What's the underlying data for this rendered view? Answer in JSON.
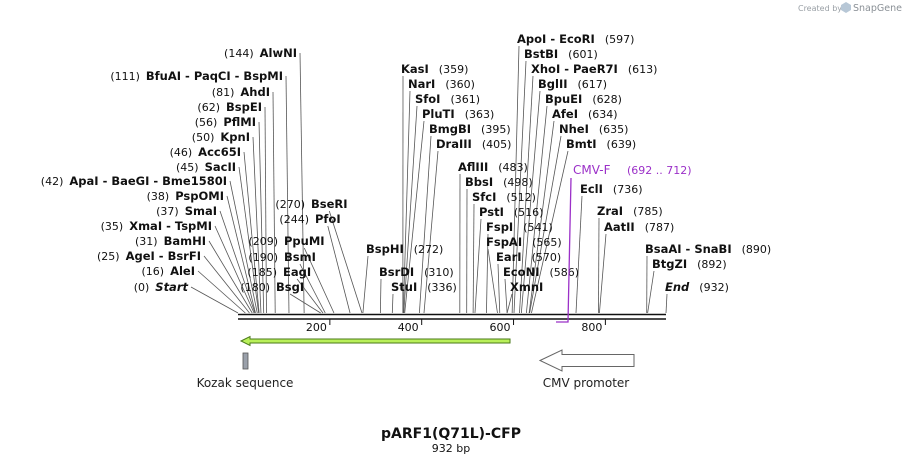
{
  "credit": {
    "prefix": "Created by",
    "brand": "SnapGene"
  },
  "map": {
    "name": "pARF1(Q71L)-CFP",
    "length_label": "932 bp",
    "length": 932,
    "ticks": [
      200,
      400,
      600,
      800
    ]
  },
  "sites_left": [
    {
      "pos": 144,
      "label": "(144)",
      "names": [
        "AlwNI"
      ]
    },
    {
      "pos": 111,
      "label": "(111)",
      "names": [
        "BfuAI",
        "PaqCI",
        "BspMI"
      ]
    },
    {
      "pos": 81,
      "label": "(81)",
      "names": [
        "AhdI"
      ]
    },
    {
      "pos": 62,
      "label": "(62)",
      "names": [
        "BspEI"
      ]
    },
    {
      "pos": 56,
      "label": "(56)",
      "names": [
        "PflMI"
      ]
    },
    {
      "pos": 50,
      "label": "(50)",
      "names": [
        "KpnI"
      ]
    },
    {
      "pos": 46,
      "label": "(46)",
      "names": [
        "Acc65I"
      ]
    },
    {
      "pos": 45,
      "label": "(45)",
      "names": [
        "SacII"
      ]
    },
    {
      "pos": 42,
      "label": "(42)",
      "names": [
        "ApaI",
        "BaeGI",
        "Bme1580I"
      ]
    },
    {
      "pos": 38,
      "label": "(38)",
      "names": [
        "PspOMI"
      ]
    },
    {
      "pos": 37,
      "label": "(37)",
      "names": [
        "SmaI"
      ]
    },
    {
      "pos": 35,
      "label": "(35)",
      "names": [
        "XmaI",
        "TspMI"
      ]
    },
    {
      "pos": 31,
      "label": "(31)",
      "names": [
        "BamHI"
      ]
    },
    {
      "pos": 25,
      "label": "(25)",
      "names": [
        "AgeI",
        "BsrFI"
      ]
    },
    {
      "pos": 16,
      "label": "(16)",
      "names": [
        "AleI"
      ]
    },
    {
      "pos": 0,
      "label": "(0)",
      "names": [
        "Start"
      ],
      "italic": true
    }
  ],
  "sites_mid": [
    {
      "pos": 270,
      "label": "(270)",
      "names": [
        "BseRI"
      ]
    },
    {
      "pos": 244,
      "label": "(244)",
      "names": [
        "PfoI"
      ]
    },
    {
      "pos": 209,
      "label": "(209)",
      "names": [
        "PpuMI"
      ]
    },
    {
      "pos": 190,
      "label": "(190)",
      "names": [
        "BsmI"
      ]
    },
    {
      "pos": 185,
      "label": "(185)",
      "names": [
        "EagI"
      ]
    },
    {
      "pos": 180,
      "label": "(180)",
      "names": [
        "BsgI"
      ]
    }
  ],
  "sites_right": [
    {
      "pos": 359,
      "label": "(359)",
      "names": [
        "KasI"
      ]
    },
    {
      "pos": 360,
      "label": "(360)",
      "names": [
        "NarI"
      ]
    },
    {
      "pos": 361,
      "label": "(361)",
      "names": [
        "SfoI"
      ]
    },
    {
      "pos": 363,
      "label": "(363)",
      "names": [
        "PluTI"
      ]
    },
    {
      "pos": 395,
      "label": "(395)",
      "names": [
        "BmgBI"
      ]
    },
    {
      "pos": 405,
      "label": "(405)",
      "names": [
        "DraIII"
      ]
    },
    {
      "pos": 272,
      "label": "(272)",
      "names": [
        "BspHI"
      ]
    },
    {
      "pos": 310,
      "label": "(310)",
      "names": [
        "BsrDI"
      ]
    },
    {
      "pos": 336,
      "label": "(336)",
      "names": [
        "StuI"
      ]
    },
    {
      "pos": 483,
      "label": "(483)",
      "names": [
        "AflIII"
      ]
    },
    {
      "pos": 498,
      "label": "(498)",
      "names": [
        "BbsI"
      ]
    },
    {
      "pos": 512,
      "label": "(512)",
      "names": [
        "SfcI"
      ]
    },
    {
      "pos": 516,
      "label": "(516)",
      "names": [
        "PstI"
      ]
    },
    {
      "pos": 541,
      "label": "(541)",
      "names": [
        "FspI"
      ]
    },
    {
      "pos": 565,
      "label": "(565)",
      "names": [
        "FspAI"
      ]
    },
    {
      "pos": 570,
      "label": "(570)",
      "names": [
        "EarI"
      ]
    },
    {
      "pos": 586,
      "label": "(586)",
      "names": [
        "EcoNI"
      ]
    },
    {
      "pos": 0,
      "label": "",
      "names": [
        "XmnI"
      ]
    },
    {
      "pos": 597,
      "label": "(597)",
      "names": [
        "ApoI",
        "EcoRI"
      ]
    },
    {
      "pos": 601,
      "label": "(601)",
      "names": [
        "BstBI"
      ]
    },
    {
      "pos": 613,
      "label": "(613)",
      "names": [
        "XhoI",
        "PaeR7I"
      ]
    },
    {
      "pos": 617,
      "label": "(617)",
      "names": [
        "BglII"
      ]
    },
    {
      "pos": 628,
      "label": "(628)",
      "names": [
        "BpuEI"
      ]
    },
    {
      "pos": 634,
      "label": "(634)",
      "names": [
        "AfeI"
      ]
    },
    {
      "pos": 635,
      "label": "(635)",
      "names": [
        "NheI"
      ]
    },
    {
      "pos": 639,
      "label": "(639)",
      "names": [
        "BmtI"
      ]
    },
    {
      "pos": 736,
      "label": "(736)",
      "names": [
        "EclI"
      ]
    },
    {
      "pos": 785,
      "label": "(785)",
      "names": [
        "ZraI"
      ]
    },
    {
      "pos": 787,
      "label": "(787)",
      "names": [
        "AatII"
      ]
    },
    {
      "pos": 890,
      "label": "(890)",
      "names": [
        "BsaAI",
        "SnaBI"
      ]
    },
    {
      "pos": 892,
      "label": "(892)",
      "names": [
        "BtgZI"
      ]
    },
    {
      "pos": 932,
      "label": "(932)",
      "names": [
        "End"
      ],
      "italic": true
    }
  ],
  "primer": {
    "name": "CMV-F",
    "range": "(692 .. 712)"
  },
  "features": {
    "kozak": "Kozak sequence",
    "cmv": "CMV promoter"
  },
  "colors": {
    "cds_fill": "#b9f05a",
    "cds_stroke": "#4a7a1a",
    "primer": "#9b30c8",
    "promoter_fill": "#ffffff",
    "kozak_fill": "#9aa0aa"
  }
}
